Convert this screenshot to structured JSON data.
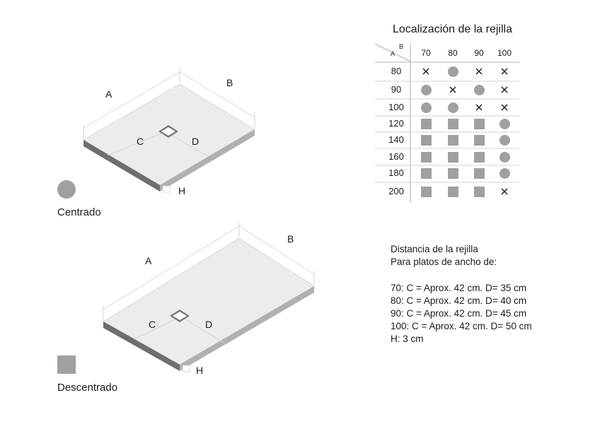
{
  "diagram_top": {
    "labels": {
      "a": "A",
      "b": "B",
      "c": "C",
      "d": "D",
      "h": "H"
    },
    "legend_label": "Centrado",
    "legend_icon": "circle-icon"
  },
  "diagram_bottom": {
    "labels": {
      "a": "A",
      "b": "B",
      "c": "C",
      "d": "D",
      "h": "H"
    },
    "legend_label": "Descentrado",
    "legend_icon": "square-icon"
  },
  "table": {
    "title": "Localización de la rejilla",
    "corner_col_label": "B",
    "corner_row_label": "A",
    "columns": [
      "70",
      "80",
      "90",
      "100"
    ],
    "rows": [
      {
        "label": "80",
        "cells": [
          "cross",
          "circle",
          "cross",
          "cross"
        ]
      },
      {
        "label": "90",
        "cells": [
          "circle",
          "cross",
          "circle",
          "cross"
        ]
      },
      {
        "label": "100",
        "cells": [
          "circle",
          "circle",
          "cross",
          "cross"
        ]
      },
      {
        "label": "120",
        "cells": [
          "square",
          "square",
          "square",
          "circle"
        ]
      },
      {
        "label": "140",
        "cells": [
          "square",
          "square",
          "square",
          "circle"
        ]
      },
      {
        "label": "160",
        "cells": [
          "square",
          "square",
          "square",
          "circle"
        ]
      },
      {
        "label": "180",
        "cells": [
          "square",
          "square",
          "square",
          "circle"
        ]
      },
      {
        "label": "200",
        "cells": [
          "square",
          "square",
          "square",
          "cross"
        ]
      }
    ],
    "marker_color": "#a0a0a0"
  },
  "info": {
    "heading_line1": "Distancia de la rejilla",
    "heading_line2": "Para platos de ancho de:",
    "lines": [
      "70: C = Aprox. 42 cm. D= 35 cm",
      "80: C = Aprox. 42 cm. D= 40 cm",
      "90: C = Aprox. 42 cm. D= 45 cm",
      "100: C = Aprox. 42 cm. D= 50 cm",
      "H: 3 cm"
    ]
  },
  "colors": {
    "tray_top": "#ececec",
    "tray_side_left": "#6e6e6e",
    "tray_side_right": "#b0b0b0",
    "marker": "#a0a0a0"
  }
}
